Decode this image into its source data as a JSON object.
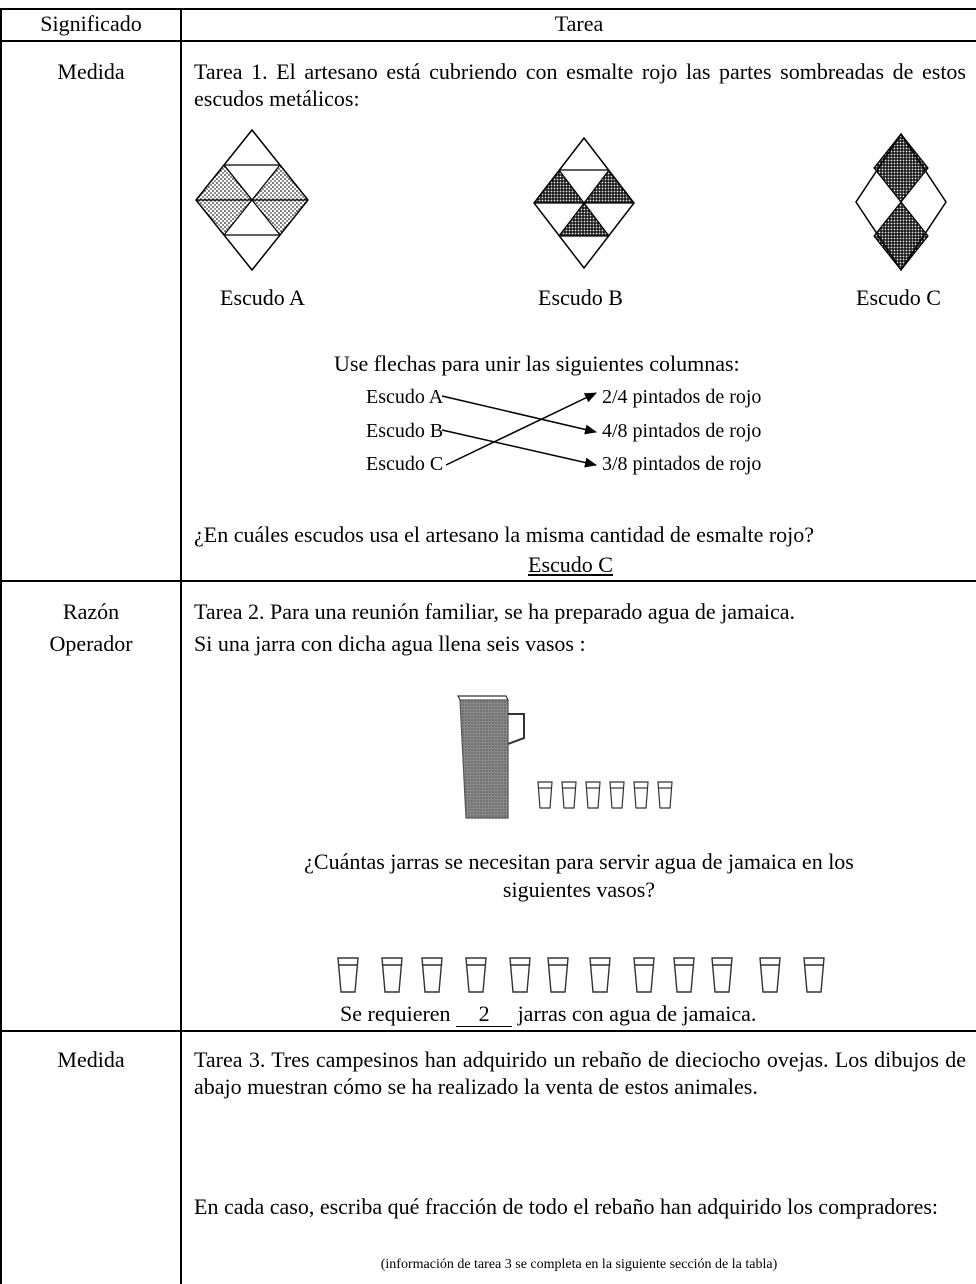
{
  "header": {
    "col1": "Significado",
    "col2": "Tarea"
  },
  "rows": [
    {
      "meaning": "Medida",
      "task_title": "Tarea 1.  El artesano está cubriendo con esmalte rojo las partes sombreadas de estos escudos metálicos:",
      "shields": [
        "Escudo A",
        "Escudo B",
        "Escudo C"
      ],
      "instruction": "Use flechas para unir las siguientes columnas:",
      "left_items": [
        "Escudo A",
        "Escudo B",
        "Escudo C"
      ],
      "right_items": [
        "2/4 pintados de rojo",
        "4/8 pintados de rojo",
        "3/8 pintados de rojo"
      ],
      "question": "¿En cuáles escudos usa el artesano la misma cantidad de esmalte rojo?",
      "answer": "Escudo C"
    },
    {
      "meaning_line1": "Razón",
      "meaning_line2": "Operador",
      "task_line1": "Tarea 2. Para una reunión familiar, se ha preparado agua de jamaica.",
      "task_line2": "Si una jarra con dicha agua llena seis vasos :",
      "question_line1": "¿Cuántas jarras se necesitan para servir agua de jamaica en los",
      "question_line2": "siguientes vasos?",
      "answer_prefix": "Se requieren",
      "answer_value": "2",
      "answer_suffix": "jarras con agua de jamaica."
    },
    {
      "meaning": "Medida",
      "task_title": "Tarea 3. Tres campesinos han adquirido un rebaño de dieciocho ovejas. Los dibujos de abajo muestran cómo se ha realizado la venta de estos animales.",
      "instruction": "En cada caso, escriba qué fracción de todo el rebaño han adquirido los compradores:",
      "note": "(información de tarea 3 se completa en la siguiente sección de la tabla)"
    }
  ]
}
